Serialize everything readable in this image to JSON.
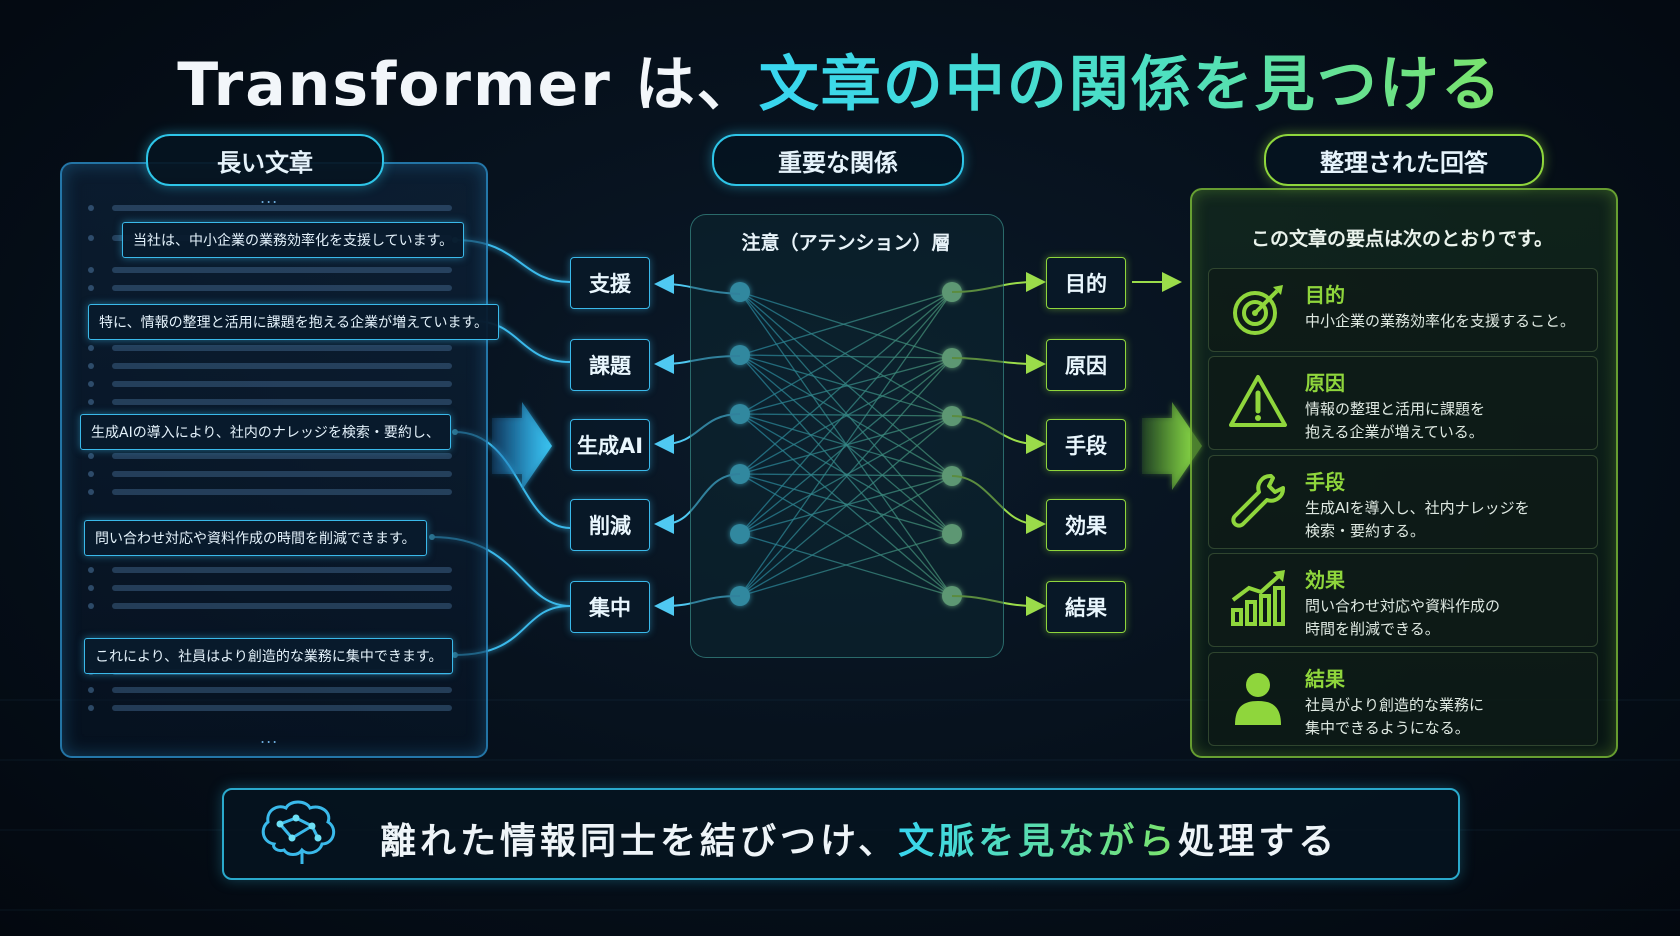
{
  "title": {
    "main": "Transformer は、",
    "highlight": "文章の中の関係を見つける"
  },
  "left": {
    "header": "長い文章",
    "ellipsis": "...",
    "sentences": [
      "当社は、中小企業の業務効率化を支援しています。",
      "特に、情報の整理と活用に課題を抱える企業が増えています。",
      "生成AIの導入により、社内のナレッジを検索・要約し、",
      "問い合わせ対応や資料作成の時間を削減できます。",
      "これにより、社員はより創造的な業務に集中できます。"
    ]
  },
  "middle": {
    "header": "重要な関係",
    "panel_title": "注意（アテンション）層",
    "keywords_in": [
      "支援",
      "課題",
      "生成AI",
      "削減",
      "集中"
    ],
    "keywords_out": [
      "目的",
      "原因",
      "手段",
      "効果",
      "結果"
    ]
  },
  "right": {
    "header": "整理された回答",
    "intro": "この文章の要点は次のとおりです。",
    "cards": [
      {
        "icon": "target-icon",
        "title": "目的",
        "lines": [
          "中小企業の業務効率化を支援すること。"
        ]
      },
      {
        "icon": "warning-icon",
        "title": "原因",
        "lines": [
          "情報の整理と活用に課題を",
          "抱える企業が増えている。"
        ]
      },
      {
        "icon": "wrench-icon",
        "title": "手段",
        "lines": [
          "生成AIを導入し、社内ナレッジを",
          "検索・要約する。"
        ]
      },
      {
        "icon": "growth-chart-icon",
        "title": "効果",
        "lines": [
          "問い合わせ対応や資料作成の",
          "時間を削減できる。"
        ]
      },
      {
        "icon": "person-icon",
        "title": "結果",
        "lines": [
          "社員がより創造的な業務に",
          "集中できるようになる。"
        ]
      }
    ]
  },
  "bottom": {
    "icon": "brain-network-icon",
    "pre": "離れた情報同士を結びつけ、",
    "highlight": "文脈を見ながら",
    "post": "処理する"
  },
  "colors": {
    "cyan": "#3ab9ea",
    "green": "#8fd63c",
    "background": "#06101b"
  }
}
